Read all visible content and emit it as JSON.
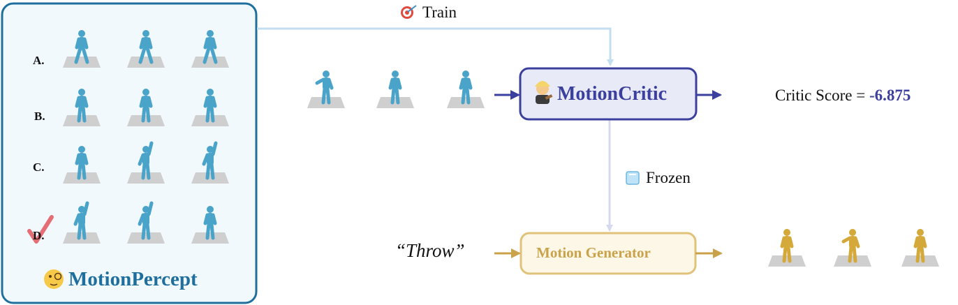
{
  "motion_percept": {
    "title": "MotionPercept",
    "title_icon": "monocle-face-emoji",
    "options": [
      "A.",
      "B.",
      "C.",
      "D."
    ],
    "selected_option": "D.",
    "check_icon": "checkmark-icon"
  },
  "train_label": "Train",
  "train_icon": "dart-target-emoji",
  "critic": {
    "label": "MotionCritic",
    "icon": "judge-emoji"
  },
  "score": {
    "prefix": "Critic Score = ",
    "value": "-6.875"
  },
  "frozen_label": "Frozen",
  "frozen_icon": "ice-cube-emoji",
  "generator": {
    "label": "Motion Generator",
    "prompt": "“Throw”"
  },
  "colors": {
    "percept_border": "#1f6f9e",
    "percept_bg": "#f2f9fd",
    "figure_blue": "#4aa3c8",
    "figure_gold": "#d4a93a",
    "platform": "#cfcfcf",
    "critic_border": "#3b3f9e",
    "critic_fill": "#e8eaf8",
    "generator_border": "#e0c27a",
    "generator_fill": "#fdf7e7",
    "train_arrow": "#c3def0",
    "frozen_arrow": "#d6d8ef",
    "critic_arrow": "#3b3f9e",
    "generator_arrow": "#c9a24a"
  }
}
